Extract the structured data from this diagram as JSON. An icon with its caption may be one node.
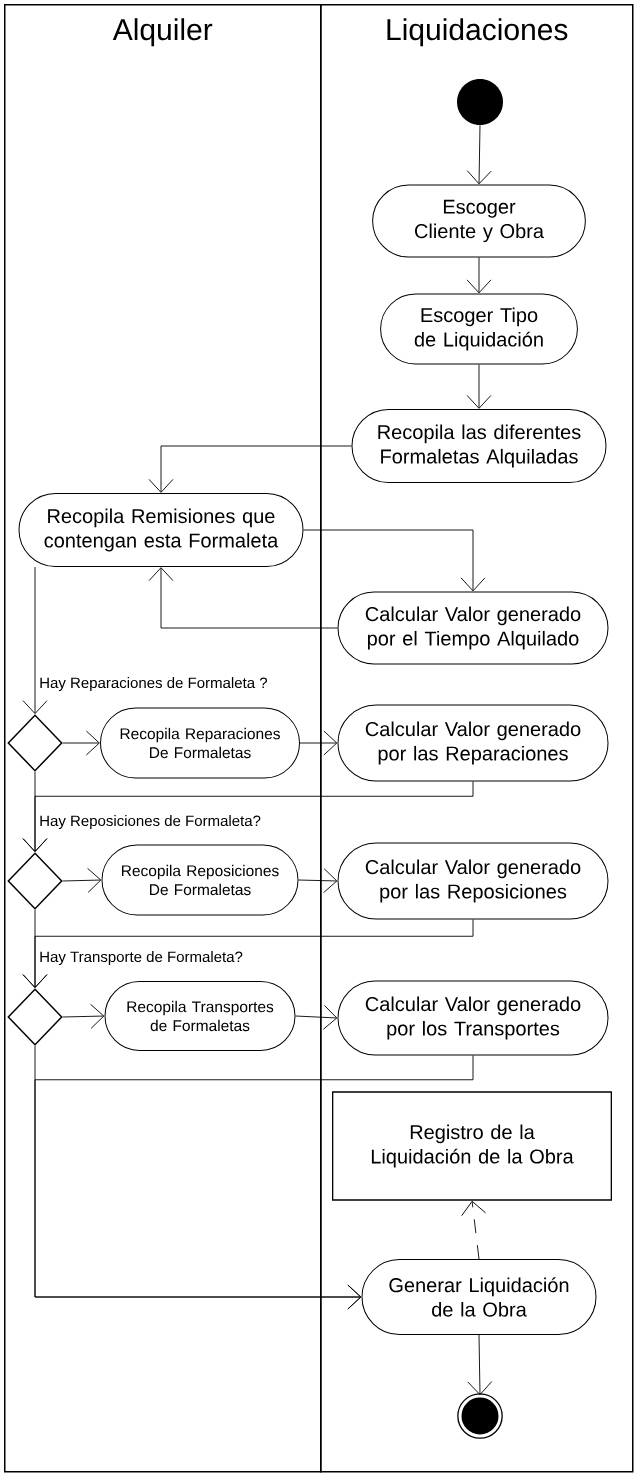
{
  "diagram": {
    "nodes": [
      {
        "text": [
          "Alquiler"
        ]
      },
      {
        "text": [
          "Liquidaciones"
        ]
      },
      {
        "text": [],
        "shape": "circle",
        "in": 1
      },
      {
        "text": [
          "Escoger Cliente y Obra"
        ],
        "in": 1
      },
      {
        "text": [
          "Escoger Tipo de Liquidación"
        ],
        "in": 1
      },
      {
        "text": [
          "Recopila las diferentes Formaletas Alquiladas"
        ],
        "in": 1
      },
      {
        "text": [
          "Recopila Remisiones que contengan esta Formaleta"
        ],
        "in": 0
      },
      {
        "text": [
          "Calcular Valor generado por el Tiempo Alquilado"
        ],
        "in": 1
      },
      {
        "text": [],
        "shape": "diamond",
        "in": 0,
        "beside": [
          "Hay Reparaciones de Formaleta ?"
        ]
      },
      {
        "text": [
          "Recopila Reparaciones De Formaletas"
        ],
        "in": 0
      },
      {
        "text": [
          "Calcular Valor generado por las Reparaciones"
        ],
        "in": 1
      },
      {
        "text": [],
        "shape": "diamond",
        "in": 0,
        "beside": [
          "Hay Reposiciones de Formaleta?"
        ]
      },
      {
        "text": [
          "Recopila Reposiciones De Formaletas"
        ],
        "in": 0
      },
      {
        "text": [
          "Calcular Valor generado por las Reposiciones"
        ],
        "in": 1
      },
      {
        "text": [],
        "shape": "diamond",
        "in": 0,
        "beside": [
          "Hay Transporte de Formaleta?"
        ]
      },
      {
        "text": [
          "Recopila Transportes de Formaletas"
        ],
        "in": 0
      },
      {
        "text": [
          "Calcular Valor generado por los Transportes"
        ],
        "in": 1
      },
      {
        "text": [
          "Registro de la Liquidación de la Obra"
        ],
        "in": 1
      },
      {
        "text": [
          "Generar Liquidación de la Obra"
        ],
        "in": 1
      },
      {
        "text": [],
        "shape": "circle",
        "in": 1
      }
    ],
    "edges": [
      {
        "from": 2,
        "to": 3,
        "arrow": "to"
      },
      {
        "from": 3,
        "to": 4,
        "arrow": "to"
      },
      {
        "from": 4,
        "to": 5,
        "arrow": "to"
      },
      {
        "from": 5,
        "to": 6,
        "arrow": "to"
      },
      {
        "from": 6,
        "to": 7,
        "arrow": "to"
      },
      {
        "from": 7,
        "to": 6,
        "arrow": "to"
      },
      {
        "from": 6,
        "to": 8,
        "arrow": "to"
      },
      {
        "from": 8,
        "to": 9,
        "arrow": "to"
      },
      {
        "from": 9,
        "to": 10,
        "arrow": "to"
      },
      {
        "from": 8,
        "to": 11,
        "arrow": "to"
      },
      {
        "from": 10,
        "to": 11,
        "arrow": "to"
      },
      {
        "from": 11,
        "to": 12,
        "arrow": "to"
      },
      {
        "from": 12,
        "to": 13,
        "arrow": "to"
      },
      {
        "from": 11,
        "to": 14,
        "arrow": "to"
      },
      {
        "from": 13,
        "to": 14,
        "arrow": "to"
      },
      {
        "from": 14,
        "to": 15,
        "arrow": "to"
      },
      {
        "from": 15,
        "to": 16,
        "arrow": "to"
      },
      {
        "from": 14,
        "to": 18,
        "arrow": "to"
      },
      {
        "from": 16,
        "to": 18,
        "arrow": "to"
      },
      {
        "from": 18,
        "to": 17,
        "arrow": "to",
        "style": "dashed"
      },
      {
        "from": 18,
        "to": 19,
        "arrow": "to"
      }
    ]
  }
}
